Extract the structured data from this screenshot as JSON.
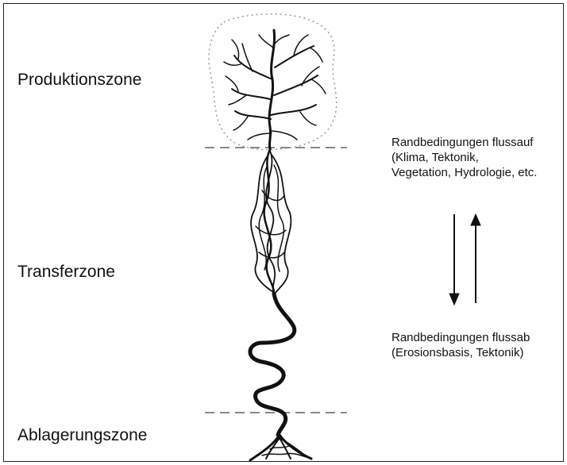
{
  "zones": [
    {
      "label": "Produktionszone"
    },
    {
      "label": "Transferzone"
    },
    {
      "label": "Ablagerungszone"
    }
  ],
  "upstream_conditions": {
    "line1": "Randbedingungen flussauf",
    "line2": "(Klima, Tektonik,",
    "line3": "Vegetation, Hydrologie, etc."
  },
  "downstream_conditions": {
    "line1": "Randbedingungen flussab",
    "line2": "(Erosionsbasis, Tektonik)"
  },
  "colors": {
    "ink": "#111111",
    "dashed_divider": "#888888",
    "catchment_outline": "#999999"
  }
}
